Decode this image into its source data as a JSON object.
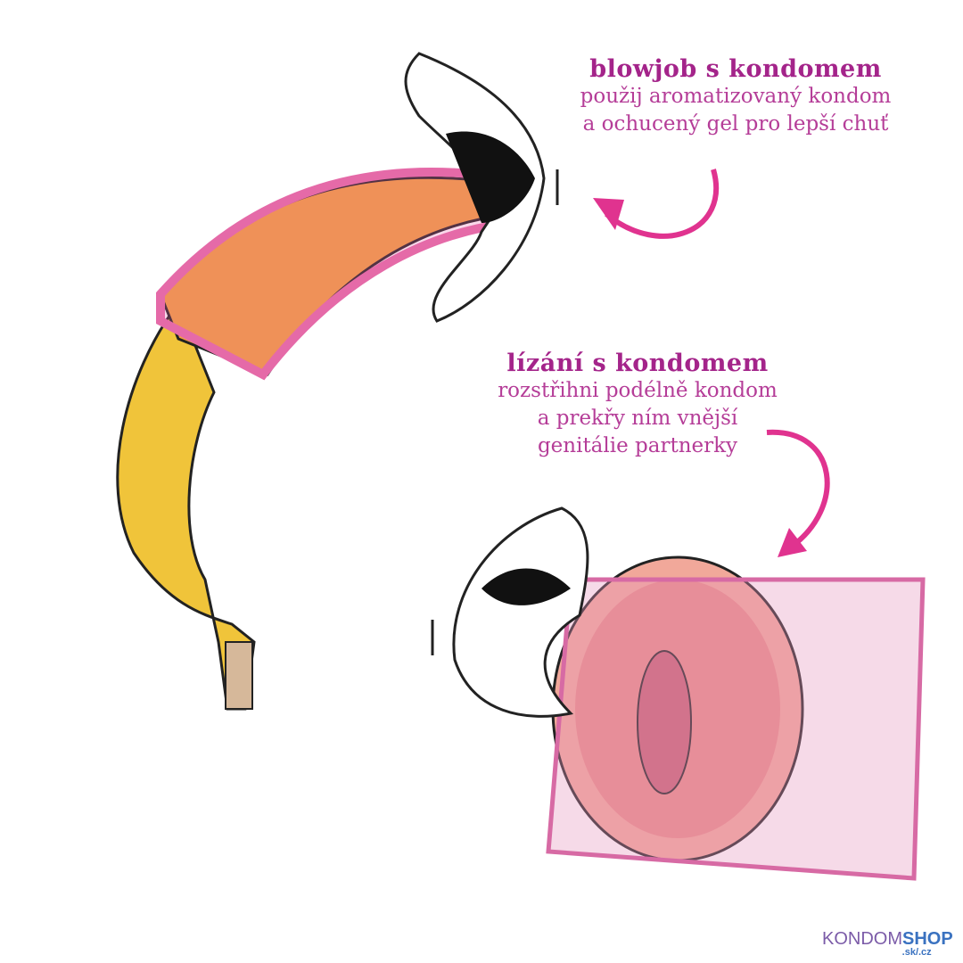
{
  "blowjob": {
    "title": "blowjob s kondomem",
    "lines": [
      "použij aromatizovaný kondom",
      "a ochucený gel pro lepší chuť"
    ]
  },
  "lizani": {
    "title": "lízání s kondomem",
    "lines": [
      "rozstřihni podélně kondom",
      "a prekřy ním vnější",
      "genitálie partnerky"
    ]
  },
  "logo": {
    "brand_a": "KONDOM",
    "brand_b": "SHOP",
    "domain": ".sk/.cz"
  },
  "colors": {
    "accent": "#e0338f",
    "text": "#b53d98",
    "condom": "#e56aa8"
  }
}
